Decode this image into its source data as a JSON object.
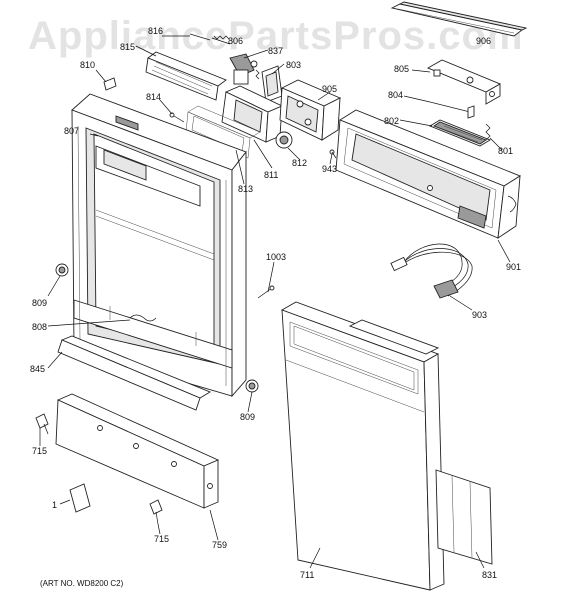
{
  "watermark": "AppliancePartsPros.com",
  "art_number": "(ART NO. WD8200 C2)",
  "callouts": {
    "c801": "801",
    "c802": "802",
    "c803": "803",
    "c804": "804",
    "c805": "805",
    "c806": "806",
    "c807": "807",
    "c808": "808",
    "c809a": "809",
    "c809b": "809",
    "c810": "810",
    "c811": "811",
    "c812": "812",
    "c813": "813",
    "c814": "814",
    "c815": "815",
    "c816": "816",
    "c837": "837",
    "c845": "845",
    "c901": "901",
    "c903": "903",
    "c905": "905",
    "c906": "906",
    "c943": "943",
    "c1003": "1003",
    "c711": "711",
    "c715a": "715",
    "c715b": "715",
    "c759": "759",
    "c831": "831",
    "c1": "1"
  }
}
